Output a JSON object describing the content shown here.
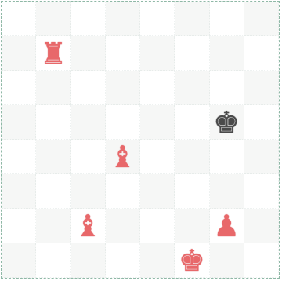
{
  "board": {
    "size": 8,
    "colors": {
      "light_square": "#ffffff",
      "dark_square": "#f6f7f6",
      "frame": "#8fb8a6",
      "red_piece": "#e8686a",
      "dark_piece": "#4a4a4a"
    },
    "pieces": [
      {
        "name": "red-rook",
        "glyph": "♜",
        "side": "red",
        "row": 1,
        "col": 1
      },
      {
        "name": "black-king",
        "glyph": "♚",
        "side": "dark",
        "row": 3,
        "col": 6
      },
      {
        "name": "red-bishop",
        "glyph": "♝",
        "side": "red",
        "row": 4,
        "col": 3
      },
      {
        "name": "red-bishop",
        "glyph": "♝",
        "side": "red",
        "row": 6,
        "col": 2
      },
      {
        "name": "red-pawn",
        "glyph": "♟",
        "side": "red",
        "row": 6,
        "col": 6
      },
      {
        "name": "red-king",
        "glyph": "♚",
        "side": "red",
        "row": 7,
        "col": 5
      }
    ]
  }
}
